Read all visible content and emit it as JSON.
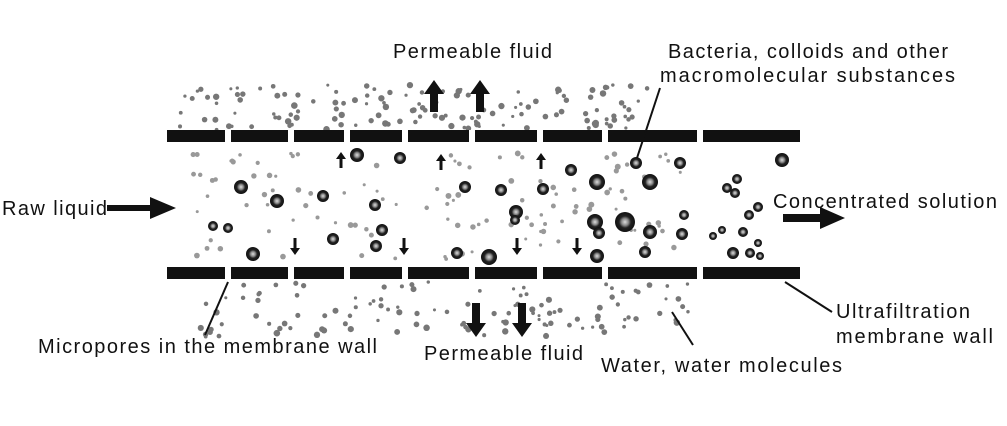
{
  "diagram": {
    "title": "Ultrafiltration membrane principle",
    "labels": {
      "permeable_top": "Permeable fluid",
      "bacteria_line1": "Bacteria, colloids and other",
      "bacteria_line2": "macromolecular substances",
      "raw_liquid": "Raw liquid",
      "concentrated": "Concentrated solution",
      "micropores": "Micropores in the membrane wall",
      "permeable_bottom": "Permeable fluid",
      "water": "Water, water molecules",
      "membrane_line1": "Ultrafiltration",
      "membrane_line2": "membrane wall"
    },
    "colors": {
      "ink": "#111111",
      "particle_fill": "#8a8a8a",
      "background": "#ffffff"
    }
  }
}
